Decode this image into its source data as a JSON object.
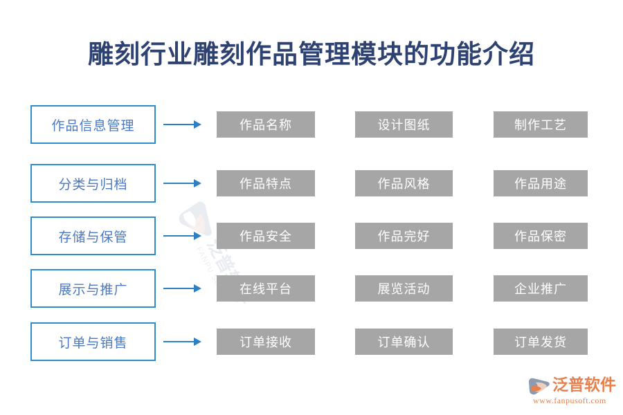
{
  "page": {
    "title": "雕刻行业雕刻作品管理模块的功能介绍",
    "title_color": "#2E4272",
    "background": "#FFFFFF"
  },
  "theme": {
    "stage_border_color": "#2E8BD0",
    "stage_text_color": "#4A78C2",
    "arrow_color": "#2E7FC4",
    "chip_background": "#A6A6A6",
    "chip_text_color": "#FFFFFF",
    "brand_color": "#E8804D"
  },
  "flow": {
    "rows": [
      {
        "stage": "作品信息管理",
        "arrow": "arrow-right-icon",
        "features": [
          "作品名称",
          "设计图纸",
          "制作工艺"
        ]
      },
      {
        "stage": "分类与归档",
        "arrow": "arrow-right-icon",
        "features": [
          "作品特点",
          "作品风格",
          "作品用途"
        ]
      },
      {
        "stage": "存储与保管",
        "arrow": "arrow-right-icon",
        "features": [
          "作品安全",
          "作品完好",
          "作品保密"
        ]
      },
      {
        "stage": "展示与推广",
        "arrow": "arrow-right-icon",
        "features": [
          "在线平台",
          "展览活动",
          "企业推广"
        ]
      },
      {
        "stage": "订单与销售",
        "arrow": "arrow-right-icon",
        "features": [
          "订单接收",
          "订单确认",
          "订单发货"
        ]
      }
    ]
  },
  "watermark": {
    "name": "泛普软件",
    "url": "FANPU SOFT"
  },
  "brand": {
    "name": "泛普软件",
    "url": "www.fanpusoft.com"
  }
}
